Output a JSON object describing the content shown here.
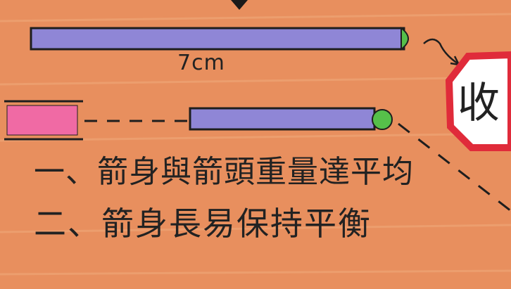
{
  "drawing": {
    "length_label": "7cm",
    "stamp_char": "收",
    "line1": "一、箭身與箭頭重量達平均",
    "line2": "二、箭身長易保持平衡"
  },
  "colors": {
    "background_orange": "#e88f5e",
    "arrow_purple": "#8f86d6",
    "arrow_tip_green": "#56c04a",
    "stamp_red": "#e02b3a",
    "pink_block": "#f06aa4",
    "ink": "#1e1e1e"
  },
  "icons": [
    "arrow-down-icon",
    "curved-arrow-icon"
  ]
}
